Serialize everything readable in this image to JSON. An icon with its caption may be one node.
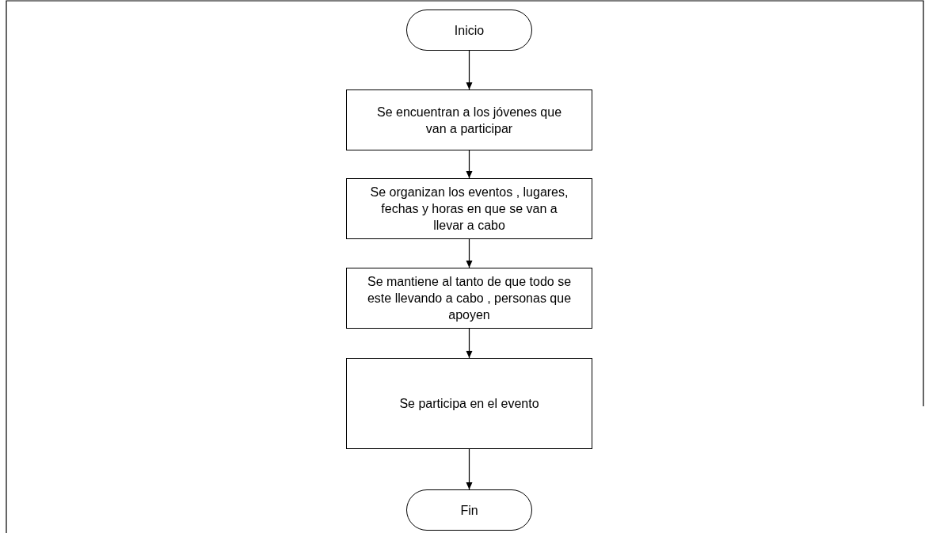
{
  "diagram": {
    "nodes": [
      {
        "text": [
          "Inicio"
        ]
      },
      {
        "text": [
          "Se encuentran a los jóvenes que van a participar"
        ]
      },
      {
        "text": [
          "Se organizan los eventos , lugares, fechas y horas en que se van a llevar a cabo"
        ]
      },
      {
        "text": [
          "Se mantiene al tanto de que todo se este llevando a cabo , personas que apoyen"
        ]
      },
      {
        "text": [
          "Se participa en el evento"
        ]
      },
      {
        "text": [
          "Fin"
        ]
      }
    ],
    "edges": [
      {
        "from": 0,
        "to": 1,
        "arrow": "to"
      },
      {
        "from": 1,
        "to": 2,
        "arrow": "to"
      },
      {
        "from": 2,
        "to": 3,
        "arrow": "to"
      },
      {
        "from": 3,
        "to": 4,
        "arrow": "to"
      },
      {
        "from": 4,
        "to": 5,
        "arrow": "to"
      }
    ]
  }
}
